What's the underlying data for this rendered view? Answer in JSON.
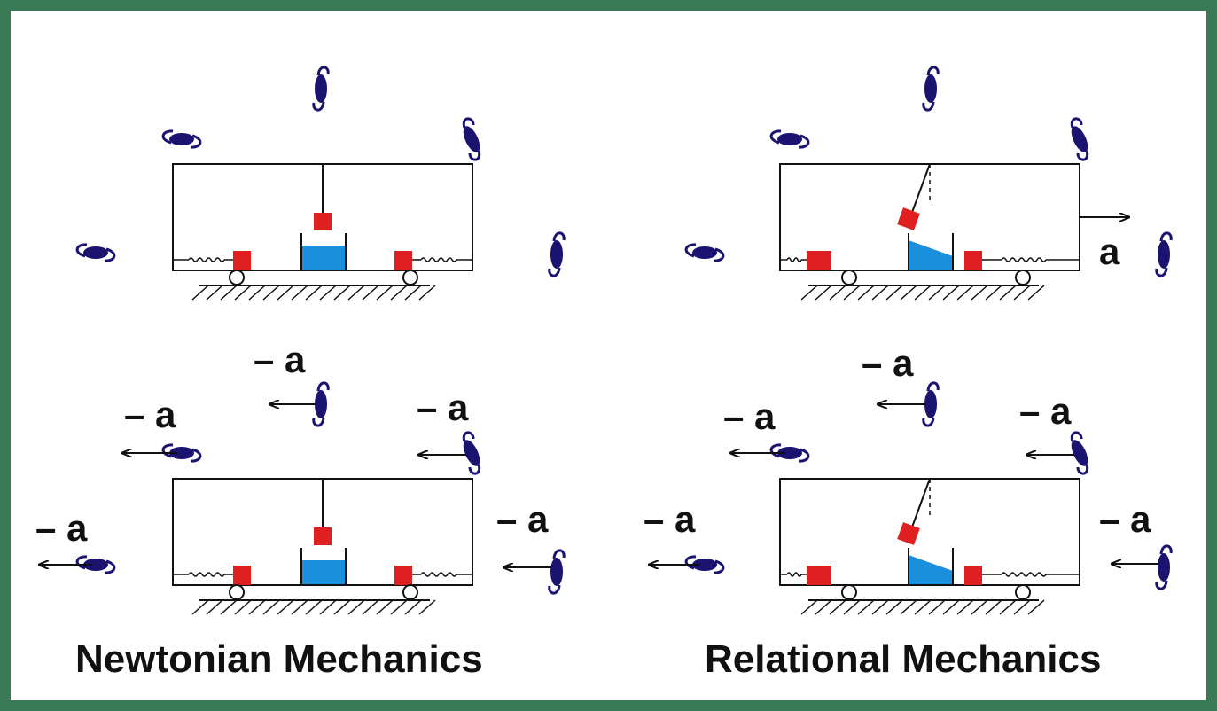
{
  "colors": {
    "frame": "#3a7a56",
    "background": "#ffffff",
    "galaxy": "#1a1470",
    "block": "#e02020",
    "water": "#1a8fdc",
    "ink": "#111111"
  },
  "labels": {
    "accel": "a",
    "neg_accel": "– a"
  },
  "titles": {
    "left": "Newtonian Mechanics",
    "right": "Relational Mechanics"
  },
  "icons": {
    "galaxy": "spiral-galaxy-icon"
  }
}
